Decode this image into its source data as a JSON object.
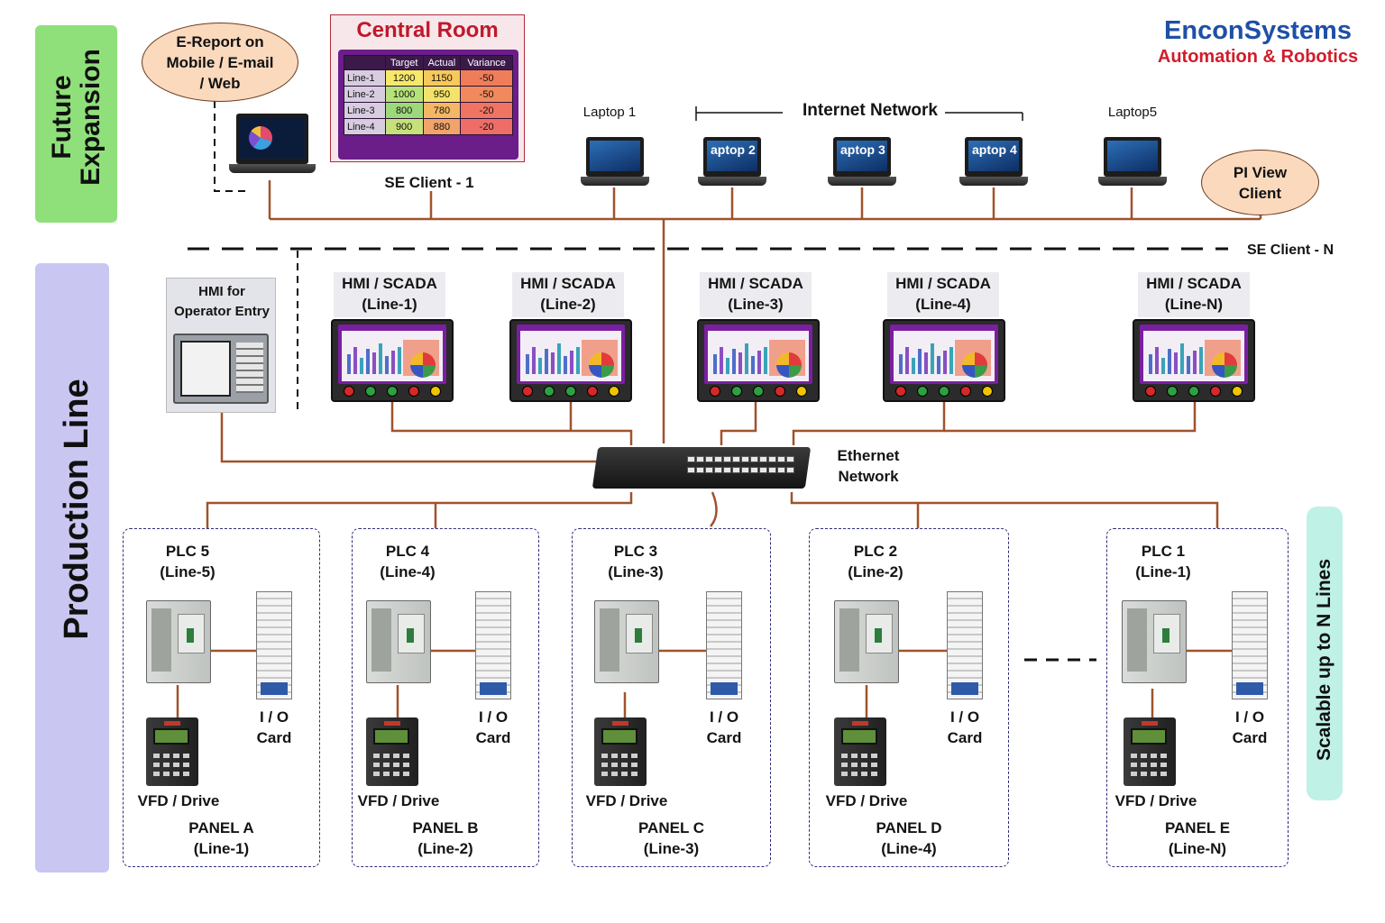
{
  "brand": {
    "name": "EnconSystems",
    "tagline": "Automation & Robotics",
    "name_color": "#1f4fa6",
    "tagline_color": "#d21c2b"
  },
  "bands": {
    "future": {
      "label": "Future\nExpansion",
      "label_line1": "Future",
      "label_line2": "Expansion",
      "color": "#8fe07a"
    },
    "production": {
      "label": "Production Line",
      "color": "#c9c6f2"
    },
    "scalable": {
      "label": "Scalable up to N Lines",
      "color": "#bff1e6"
    }
  },
  "top": {
    "ereport": "E-Report on Mobile / E-mail / Web",
    "ereport_lines": [
      "E-Report on",
      "Mobile / E-mail",
      "/ Web"
    ],
    "central_room": {
      "title": "Central Room",
      "headers": [
        "",
        "Target",
        "Actual",
        "Variance"
      ],
      "rows": [
        {
          "line": "Line-1",
          "target": "1200",
          "actual": "1150",
          "variance": "-50"
        },
        {
          "line": "Line-2",
          "target": "1000",
          "actual": "950",
          "variance": "-50"
        },
        {
          "line": "Line-3",
          "target": "800",
          "actual": "780",
          "variance": "-20"
        },
        {
          "line": "Line-4",
          "target": "900",
          "actual": "880",
          "variance": "-20"
        }
      ]
    },
    "se_client_1": "SE Client - 1",
    "laptop1": "Laptop 1",
    "laptop5": "Laptop5",
    "internet_network": "Internet Network",
    "laptop_screens": [
      "aptop 2",
      "aptop 3",
      "aptop 4"
    ],
    "pi_view": [
      "PI View",
      "Client"
    ],
    "se_client_n": "SE Client - N"
  },
  "hmi_operator": [
    "HMI for",
    "Operator Entry"
  ],
  "hmi_scada": [
    {
      "title": "HMI / SCADA",
      "line": "(Line-1)"
    },
    {
      "title": "HMI / SCADA",
      "line": "(Line-2)"
    },
    {
      "title": "HMI / SCADA",
      "line": "(Line-3)"
    },
    {
      "title": "HMI / SCADA",
      "line": "(Line-4)"
    },
    {
      "title": "HMI / SCADA",
      "line": "(Line-N)"
    }
  ],
  "ethernet": [
    "Ethernet",
    "Network"
  ],
  "panels": [
    {
      "plc": "PLC 5",
      "plc_line": "(Line-5)",
      "io": [
        "I / O",
        "Card"
      ],
      "vfd": "VFD / Drive",
      "panel": "PANEL A",
      "panel_line": "(Line-1)"
    },
    {
      "plc": "PLC 4",
      "plc_line": "(Line-4)",
      "io": [
        "I / O",
        "Card"
      ],
      "vfd": "VFD / Drive",
      "panel": "PANEL B",
      "panel_line": "(Line-2)"
    },
    {
      "plc": "PLC 3",
      "plc_line": "(Line-3)",
      "io": [
        "I / O",
        "Card"
      ],
      "vfd": "VFD / Drive",
      "panel": "PANEL C",
      "panel_line": "(Line-3)"
    },
    {
      "plc": "PLC 2",
      "plc_line": "(Line-2)",
      "io": [
        "I / O",
        "Card"
      ],
      "vfd": "VFD / Drive",
      "panel": "PANEL D",
      "panel_line": "(Line-4)"
    },
    {
      "plc": "PLC 1",
      "plc_line": "(Line-1)",
      "io": [
        "I / O",
        "Card"
      ],
      "vfd": "VFD / Drive",
      "panel": "PANEL E",
      "panel_line": "(Line-N)"
    }
  ],
  "colors": {
    "wire": "#a0522d",
    "dash": "#111111",
    "panel_border": "#2c2c7a"
  }
}
